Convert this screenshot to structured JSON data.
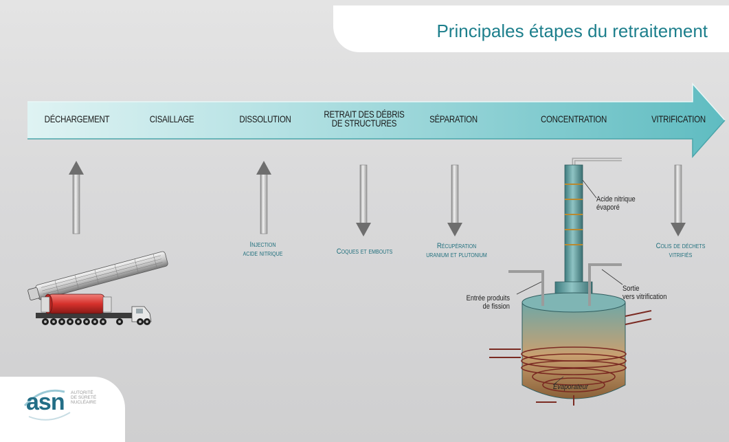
{
  "title": "Principales étapes du retraitement",
  "steps": [
    {
      "label": "DÉCHARGEMENT"
    },
    {
      "label": "CISAILLAGE"
    },
    {
      "label": "DISSOLUTION"
    },
    {
      "label_line1": "RETRAIT DES DÉBRIS",
      "label_line2": "DE STRUCTURES"
    },
    {
      "label": "SÉPARATION"
    },
    {
      "label": "CONCENTRATION"
    },
    {
      "label": "VITRIFICATION"
    }
  ],
  "flows": [
    {
      "step": "DÉCHARGEMENT",
      "direction": "up"
    },
    {
      "step": "DISSOLUTION",
      "direction": "up",
      "line1": "Injection",
      "line2": "acide nitrique"
    },
    {
      "step": "RETRAIT DES DÉBRIS DE STRUCTURES",
      "direction": "down",
      "line1": "Coques et embouts"
    },
    {
      "step": "SÉPARATION",
      "direction": "down",
      "line1": "Récupération",
      "line2": "uranium et plutonium"
    },
    {
      "step": "VITRIFICATION",
      "direction": "down",
      "line1": "Colis de déchets",
      "line2": "vitrifiés"
    }
  ],
  "evaporator": {
    "acid_line1": "Acide nitrique",
    "acid_line2": "évaporé",
    "inlet_line1": "Entrée produits",
    "inlet_line2": "de fission",
    "outlet_line1": "Sortie",
    "outlet_line2": "vers vitrification",
    "name": "Évaporateur"
  },
  "logo": {
    "name": "asn",
    "line1": "AUTORITÉ",
    "line2": "DE SÛRETÉ",
    "line3": "NUCLÉAIRE"
  },
  "colors": {
    "accent": "#1d7f8c",
    "arrow_band": "#7fd0d4",
    "truck_drum": "#d6312c",
    "evaporator": "#4f8f92"
  }
}
